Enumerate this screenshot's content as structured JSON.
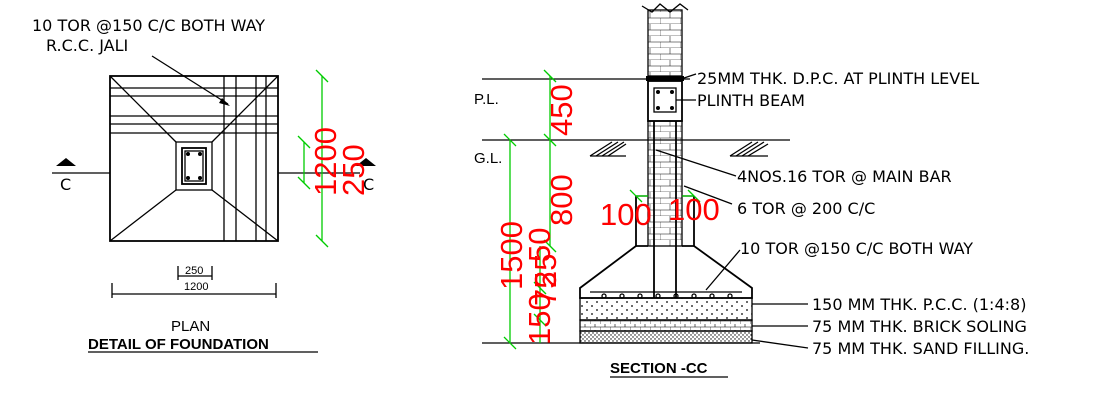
{
  "plan": {
    "rebar_note": "10 TOR @150 C/C BOTH WAY",
    "jali_note": "R.C.C. JALI",
    "section_mark_left": "C",
    "section_mark_right": "C",
    "dim_1200_vertical": "1200",
    "dim_250_vertical": "250",
    "dim_250_horizontal": "250",
    "dim_1200_horizontal": "1200",
    "title": "PLAN",
    "subtitle": "DETAIL OF FOUNDATION"
  },
  "section": {
    "pl_label": "P.L.",
    "gl_label": "G.L.",
    "dim_450": "450",
    "dim_800": "800",
    "dim_1500": "1500",
    "dim_100_left": "100",
    "dim_100_right": "100",
    "dim_stack_150": "150",
    "dim_stack_75": "75",
    "dim_stack_50": "50",
    "dim_stack_25": "25",
    "callouts": [
      "25MM THK. D.P.C. AT PLINTH LEVEL",
      "PLINTH BEAM",
      "4NOS.16 TOR @  MAIN BAR",
      "6 TOR @ 200 C/C",
      "10 TOR @150 C/C BOTH WAY",
      "150 MM THK. P.C.C. (1:4:8)",
      "75   MM THK. BRICK SOLING",
      "75   MM THK. SAND FILLING."
    ],
    "title": "SECTION -CC"
  },
  "colors": {
    "line": "#000000",
    "dimension_text": "#ff0000",
    "dimension_line": "#00cc00",
    "background": "#ffffff"
  }
}
